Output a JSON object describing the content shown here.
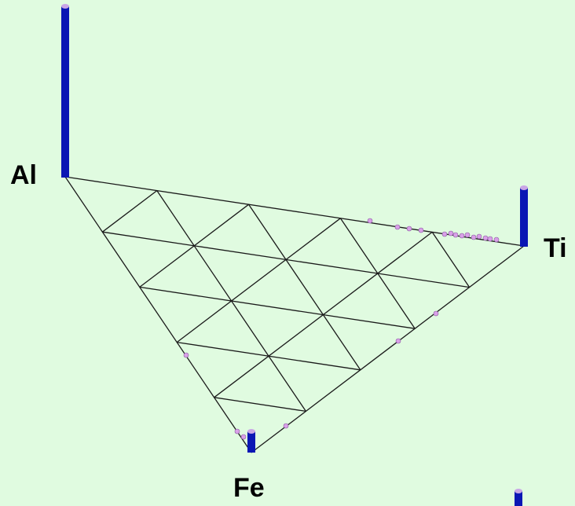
{
  "diagram": {
    "labels": {
      "al": "Al",
      "ti": "Ti",
      "fe": "Fe"
    },
    "colors": {
      "background": "#e0fbe0",
      "grid_line": "#1a1a1a",
      "bar": "#0a16b4",
      "bar_cap": "#c9a6e6",
      "point": "#d9a0e8"
    }
  }
}
